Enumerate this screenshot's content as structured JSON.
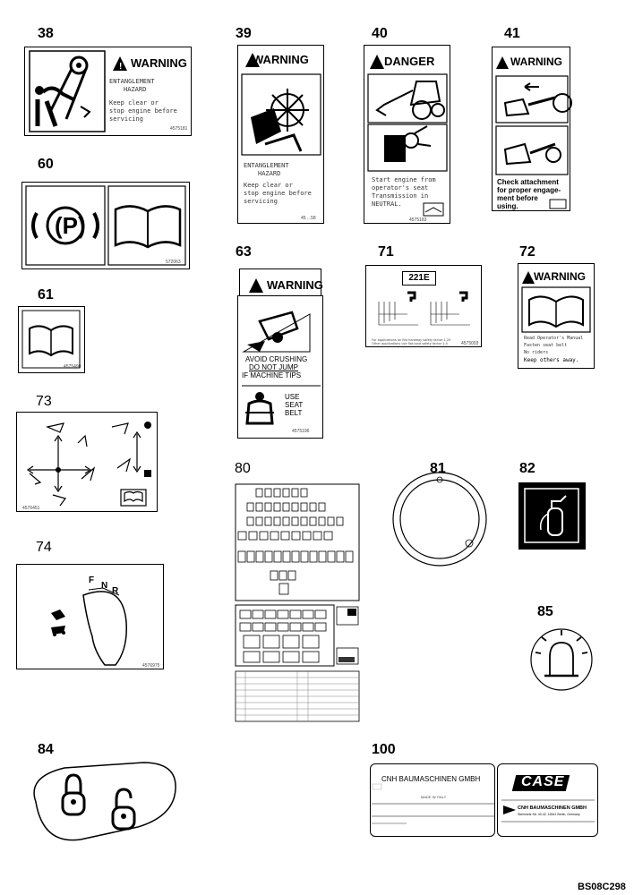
{
  "labels": {
    "l38": "38",
    "l39": "39",
    "l40": "40",
    "l41": "41",
    "l60": "60",
    "l61": "61",
    "l63": "63",
    "l71": "71",
    "l72": "72",
    "l73": "73",
    "l74": "74",
    "l80": "80",
    "l81": "81",
    "l82": "82",
    "l84": "84",
    "l85": "85",
    "l100": "100"
  },
  "decal38": {
    "signal": "WARNING",
    "text": [
      "ENTANGLEMENT",
      "HAZARD",
      "Keep clear or",
      "stop engine before",
      "servicing"
    ],
    "part": "4575181"
  },
  "decal39": {
    "signal": "WARNING",
    "text": [
      "ENTANGLEMENT",
      "HAZARD",
      "Keep clear or",
      "stop engine before",
      "servicing"
    ],
    "part": "45 ...58"
  },
  "decal40": {
    "signal": "DANGER",
    "text": [
      "Start engine from",
      "operator's seat",
      "Transmission in",
      "NEUTRAL."
    ],
    "part": "4575183"
  },
  "decal41": {
    "signal": "WARNING",
    "text": [
      "Check attachment",
      "for proper engage-",
      "ment before",
      "using."
    ]
  },
  "decal60": {
    "symbol": "(P)",
    "part": "572063"
  },
  "decal61": {
    "part": "4575490"
  },
  "decal63": {
    "signal": "WARNING",
    "text": [
      "AVOID CRUSHING",
      "DO NOT JUMP",
      "IF MACHINE TIPS"
    ],
    "belt": [
      "USE",
      "SEAT",
      "BELT"
    ],
    "part": "4575196"
  },
  "decal71": {
    "model": "221E",
    "part": "4575003"
  },
  "decal72": {
    "signal": "WARNING",
    "text": [
      "Read Operator's Manual",
      "Fasten seat belt",
      "No riders",
      "Keep others away."
    ]
  },
  "decal73": {
    "part": "4576451"
  },
  "decal74": {
    "gears": [
      "F",
      "N",
      "R"
    ],
    "part": "4576975"
  },
  "decal100": {
    "maker1": "CNH BAUMASCHINEN GMBH",
    "made": "MADE IN ITALY",
    "brand": "CASE",
    "maker2": "CNH BAUMASCHINEN GMBH",
    "address": "Steinmetz Str. 40-42, 16341 Berlin, Germany"
  },
  "code": "BS08C298"
}
